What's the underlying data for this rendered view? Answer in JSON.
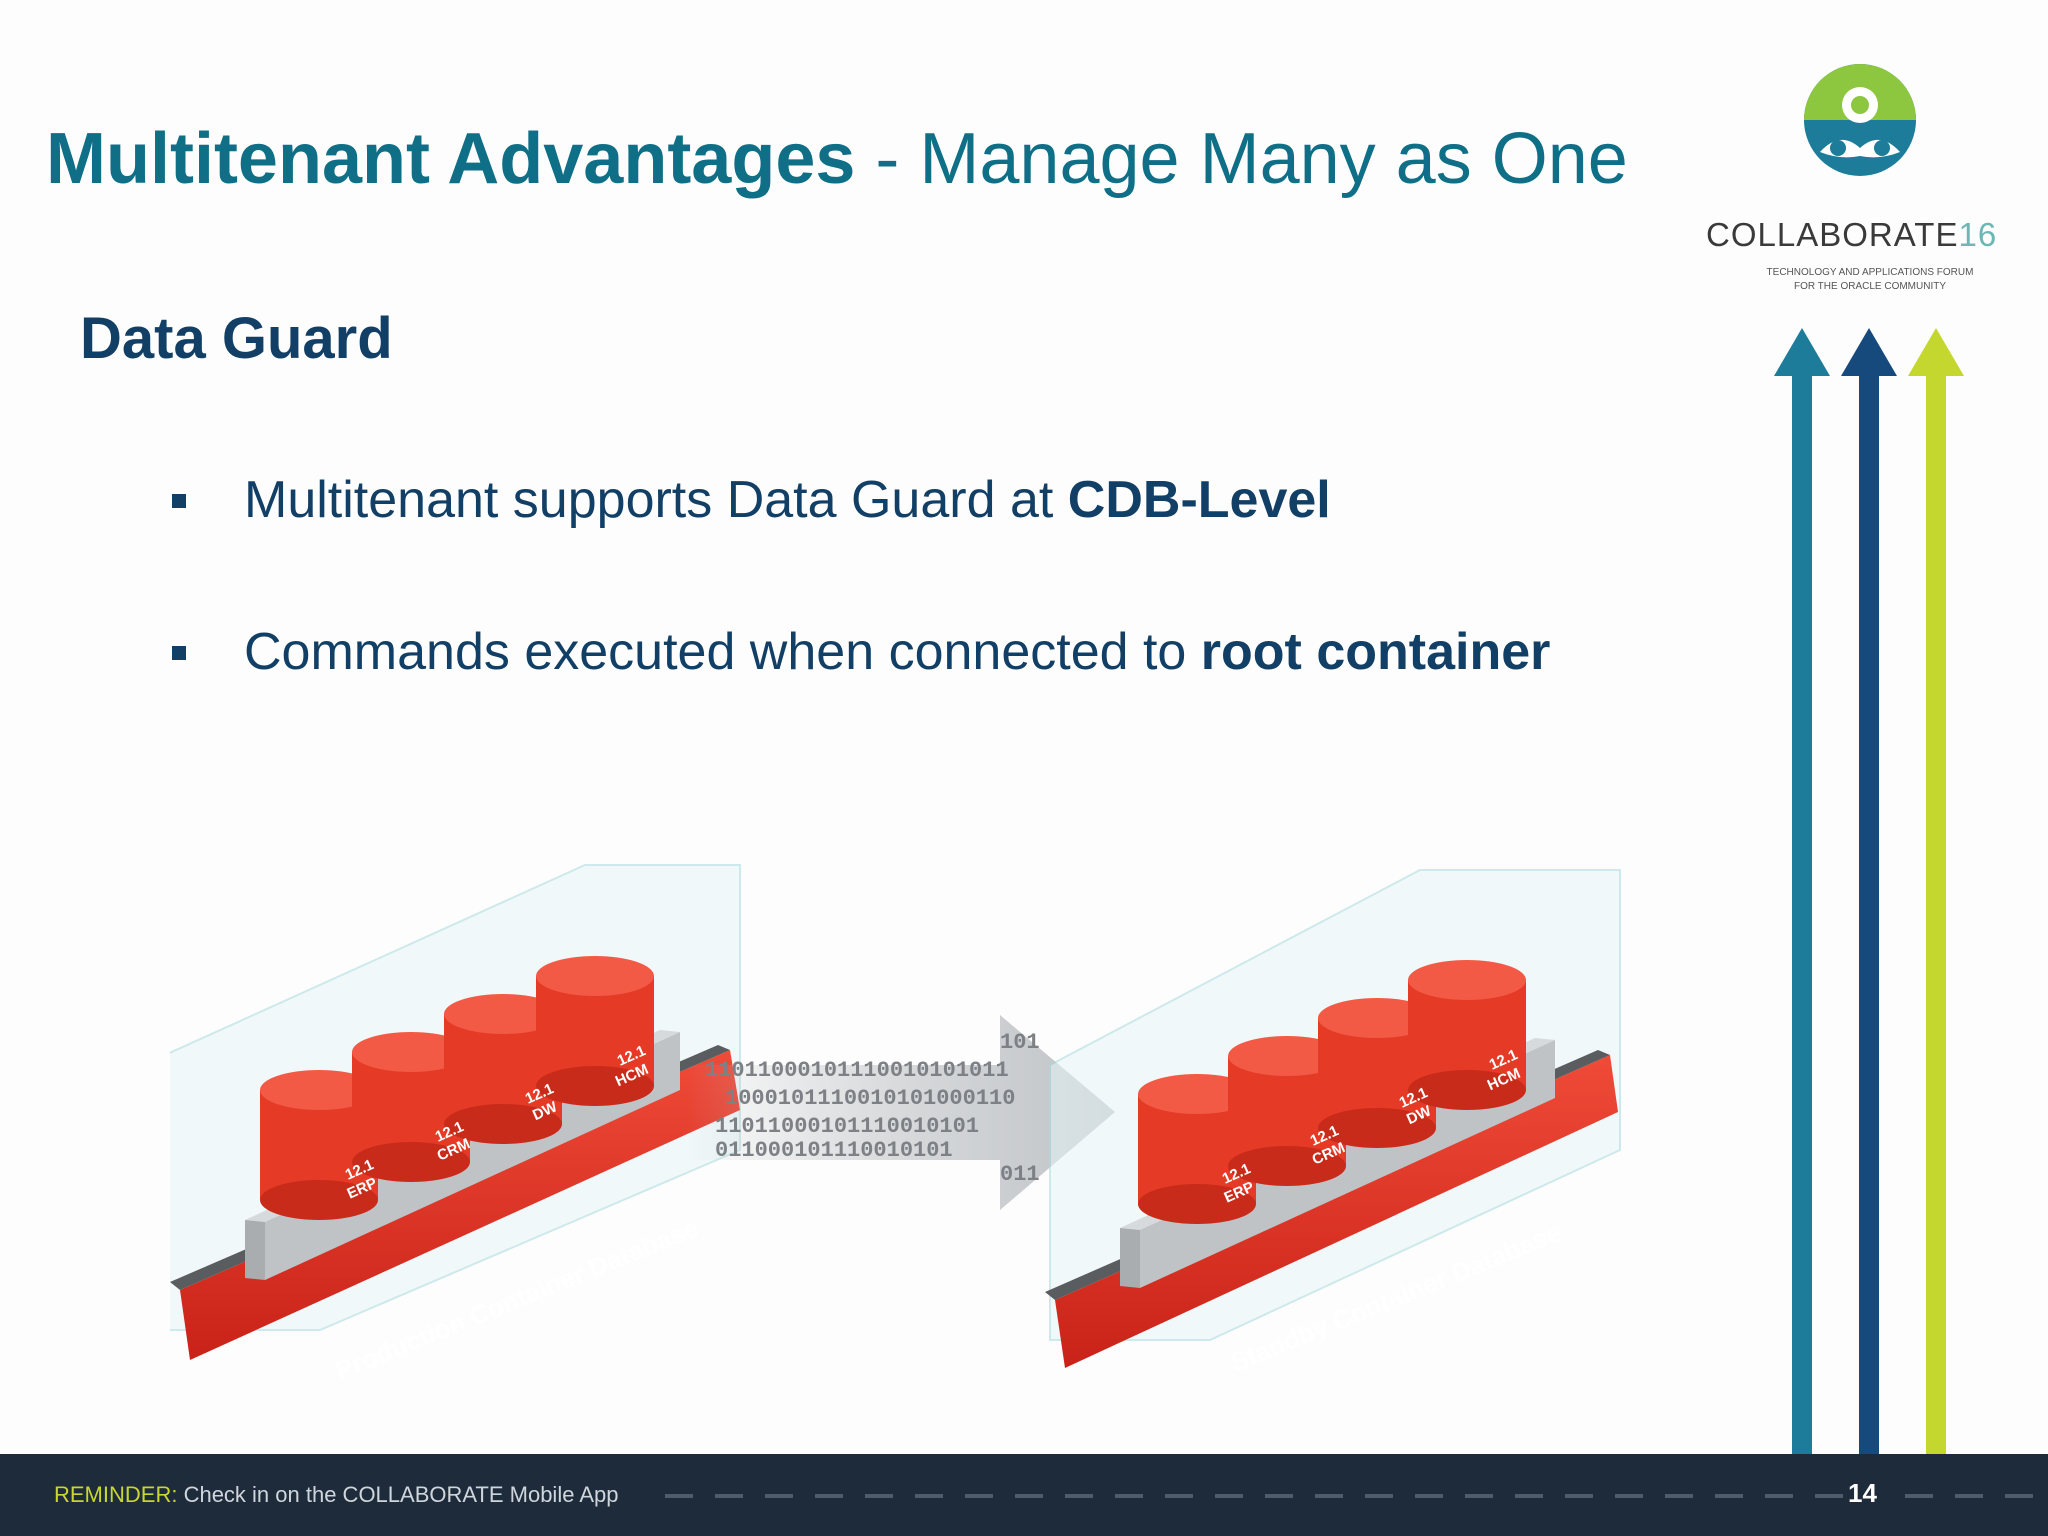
{
  "title": {
    "bold": "Multitenant Advantages",
    "rest": " - Manage Many as One"
  },
  "subtitle": "Data Guard",
  "bullets": [
    {
      "text": "Multitenant supports Data Guard at ",
      "bold": "CDB-Level"
    },
    {
      "text": "Commands executed when connected to ",
      "bold": "root container"
    }
  ],
  "logo": {
    "name": "COLLABORATE",
    "number": "16",
    "tagline1": "TECHNOLOGY AND APPLICATIONS FORUM",
    "tagline2": "FOR THE ORACLE COMMUNITY"
  },
  "diagram": {
    "production_label": "Production Container Database",
    "standby_label": "Standby Container Database",
    "pdbs": [
      {
        "version": "12.1",
        "name": "ERP"
      },
      {
        "version": "12.1",
        "name": "CRM"
      },
      {
        "version": "12.1",
        "name": "DW"
      },
      {
        "version": "12.1",
        "name": "HCM"
      }
    ],
    "binary_rows": [
      "101",
      "11011000101110010101011",
      "1000101110010101000110",
      "11011000101110010101",
      "011000101110010101",
      "011"
    ]
  },
  "footer": {
    "reminder_label": "REMINDER:",
    "reminder_text": " Check in on the COLLABORATE Mobile App",
    "page_number": "14"
  },
  "colors": {
    "title": "#0f6f86",
    "text": "#123f66",
    "db_red": "#e8392a",
    "arrow_teal": "#1d7c99",
    "arrow_navy": "#174a7c",
    "arrow_lime": "#c3d72f",
    "footer_bg": "#1e2b3a"
  }
}
